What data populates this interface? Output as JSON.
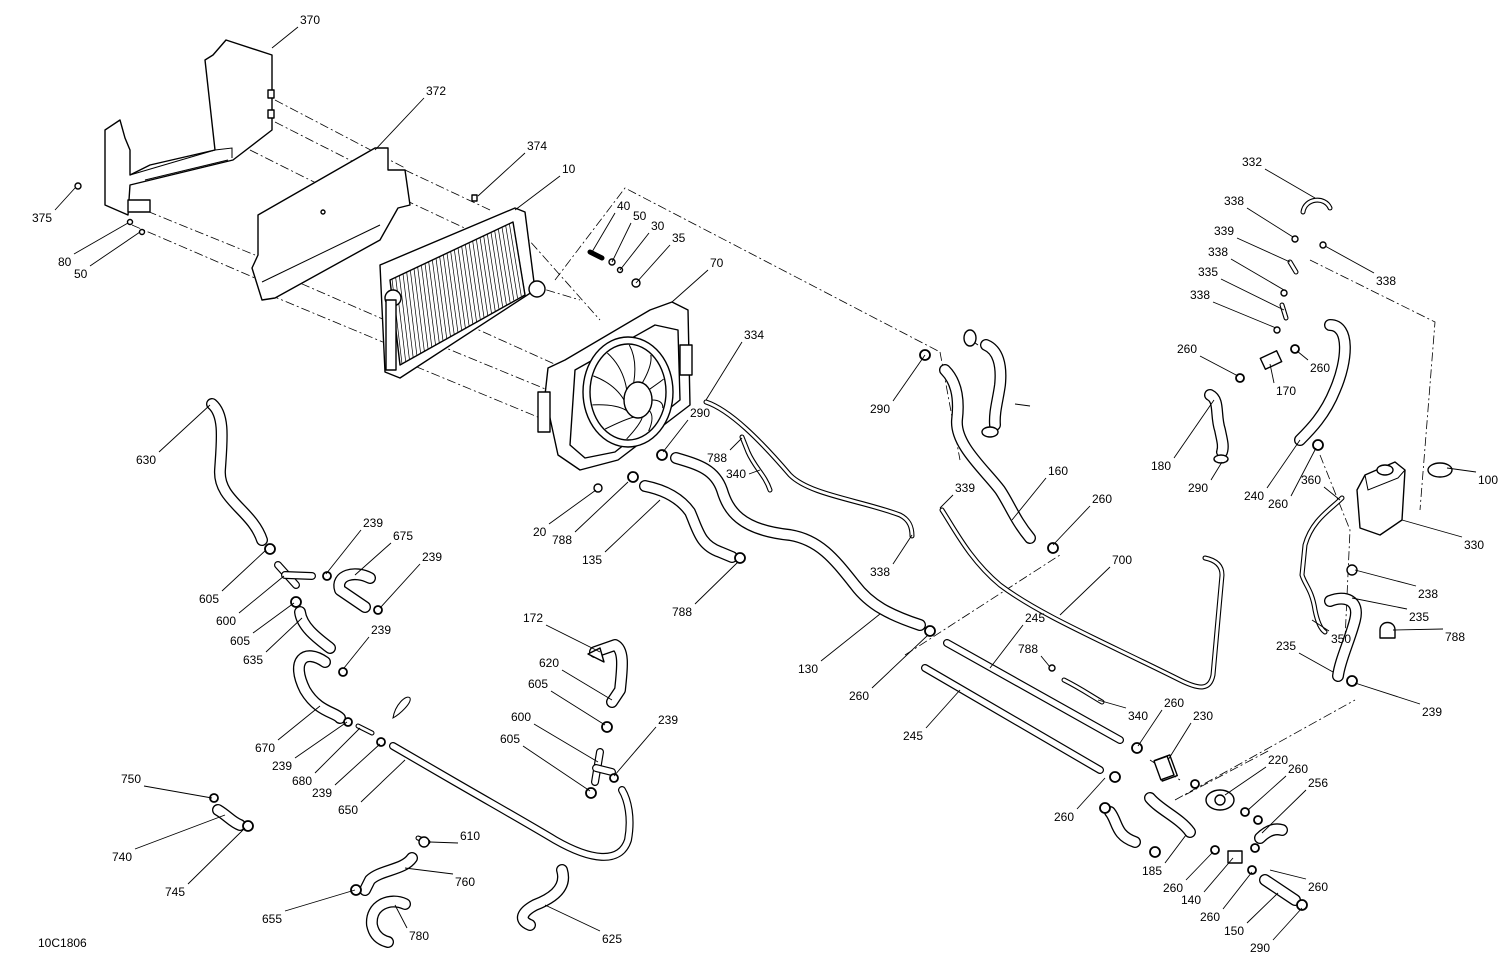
{
  "diagram": {
    "reference_code": "10C1806",
    "callouts": {
      "c370": "370",
      "c372": "372",
      "c374": "374",
      "c375": "375",
      "c80": "80",
      "c50a": "50",
      "c10": "10",
      "c40": "40",
      "c50b": "50",
      "c30": "30",
      "c35": "35",
      "c70": "70",
      "c334": "334",
      "c290a": "290",
      "c788a": "788",
      "c340a": "340",
      "c20": "20",
      "c788b": "788",
      "c135": "135",
      "c788c": "788",
      "c130": "130",
      "c260a": "260",
      "c290b": "290",
      "c339a": "339",
      "c160": "160",
      "c260b": "260",
      "c338a": "338",
      "c700": "700",
      "c245a": "245",
      "c788d": "788",
      "c340b": "340",
      "c245b": "245",
      "c260c": "260",
      "c230": "230",
      "c260d": "260",
      "c220": "220",
      "c260e": "260",
      "c256": "256",
      "c185": "185",
      "c260f": "260",
      "c140": "140",
      "c260g": "260",
      "c260h": "260",
      "c150": "150",
      "c290c": "290",
      "c332": "332",
      "c338b": "338",
      "c339b": "339",
      "c338c": "338",
      "c338d": "338",
      "c335": "335",
      "c338e": "338",
      "c260i": "260",
      "c260j": "260",
      "c170": "170",
      "c180": "180",
      "c290d": "290",
      "c240": "240",
      "c260k": "260",
      "c360": "360",
      "c100": "100",
      "c330": "330",
      "c238": "238",
      "c235a": "235",
      "c350": "350",
      "c788e": "788",
      "c235b": "235",
      "c239a": "239",
      "c630": "630",
      "c239b": "239",
      "c675": "675",
      "c239c": "239",
      "c605a": "605",
      "c600a": "600",
      "c605b": "605",
      "c635": "635",
      "c239d": "239",
      "c670": "670",
      "c239e": "239",
      "c680": "680",
      "c239f": "239",
      "c650": "650",
      "c172": "172",
      "c620": "620",
      "c605c": "605",
      "c600b": "600",
      "c239g": "239",
      "c605d": "605",
      "c750": "750",
      "c740": "740",
      "c745": "745",
      "c610": "610",
      "c760": "760",
      "c655": "655",
      "c780": "780",
      "c625": "625"
    }
  }
}
